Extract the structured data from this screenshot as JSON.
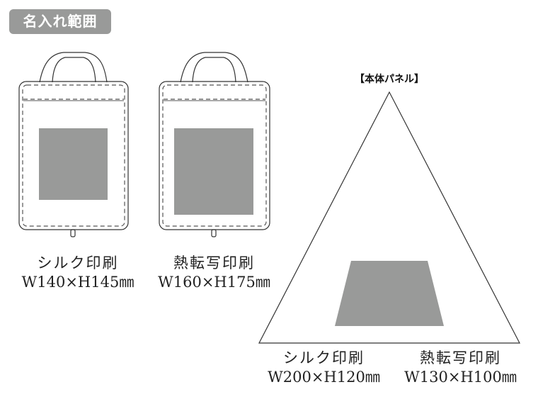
{
  "header": {
    "badge_label": "名入れ範囲",
    "badge_color": "#999a99"
  },
  "print_area_color": "#999a99",
  "bags": [
    {
      "method": "シルク印刷",
      "dimensions": "W140×H145㎜"
    },
    {
      "method": "熱転写印刷",
      "dimensions": "W160×H175㎜"
    }
  ],
  "panel": {
    "title": "【本体パネル】",
    "areas": [
      {
        "method": "シルク印刷",
        "dimensions": "W200×H120㎜"
      },
      {
        "method": "熱転写印刷",
        "dimensions": "W130×H100㎜"
      }
    ]
  }
}
